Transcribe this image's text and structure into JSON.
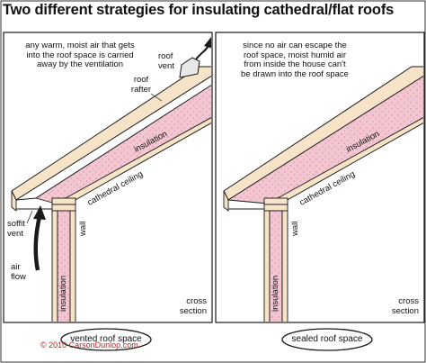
{
  "title": "Two different strategies for insulating cathedral/flat roofs",
  "left_panel": {
    "note": [
      "any warm, moist air that gets",
      "into the roof space is carried",
      "away by the ventilation"
    ],
    "roof_vent_label": [
      "roof",
      "vent"
    ],
    "roof_rafter_label": [
      "roof",
      "rafter"
    ],
    "insulation_label": "insulation",
    "cathedral_ceiling_label": "cathedral ceiling",
    "soffit_vent_label": [
      "soffit",
      "vent"
    ],
    "air_flow_label": [
      "air",
      "flow"
    ],
    "wall_label": "wall",
    "wall_insulation_label": "insulation",
    "cross_section_label": [
      "cross",
      "section"
    ],
    "caption": "vented roof space"
  },
  "right_panel": {
    "note": [
      "since no air can escape the",
      "roof space, moist humid air",
      "from inside the house can't",
      "be drawn into the roof space"
    ],
    "insulation_label": "insulation",
    "cathedral_ceiling_label": "cathedral ceiling",
    "wall_label": "wall",
    "wall_insulation_label": "insulation",
    "cross_section_label": [
      "cross",
      "section"
    ],
    "caption": "sealed roof space"
  },
  "copyright": "© 2010 CarsonDunlop.com",
  "colors": {
    "insulation": "#f3c6d2",
    "insulation_dots": "#c98a9b",
    "wood": "#f6e3c8",
    "outline": "#1a1a1a",
    "copyright": "#b22222"
  }
}
